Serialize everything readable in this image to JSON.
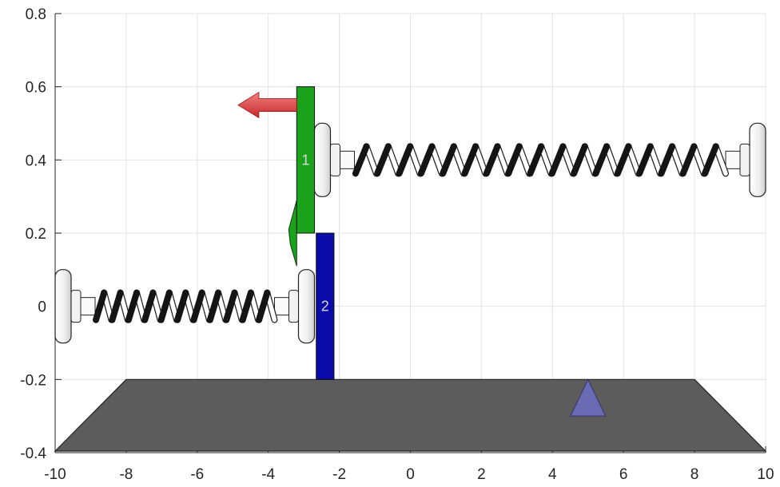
{
  "axes": {
    "xlim": [
      -10,
      10
    ],
    "ylim": [
      -0.4,
      0.8
    ],
    "x_ticks": [
      {
        "value": -10,
        "label": "-10"
      },
      {
        "value": -8,
        "label": "-8"
      },
      {
        "value": -6,
        "label": "-6"
      },
      {
        "value": -4,
        "label": "-4"
      },
      {
        "value": -2,
        "label": "-2"
      },
      {
        "value": 0,
        "label": "0"
      },
      {
        "value": 2,
        "label": "2"
      },
      {
        "value": 4,
        "label": "4"
      },
      {
        "value": 6,
        "label": "6"
      },
      {
        "value": 8,
        "label": "8"
      },
      {
        "value": 10,
        "label": "10"
      }
    ],
    "y_ticks": [
      {
        "value": -0.4,
        "label": "-0.4"
      },
      {
        "value": -0.2,
        "label": "-0.2"
      },
      {
        "value": 0,
        "label": "0"
      },
      {
        "value": 0.2,
        "label": "0.2"
      },
      {
        "value": 0.4,
        "label": "0.4"
      },
      {
        "value": 0.6,
        "label": "0.6"
      },
      {
        "value": 0.8,
        "label": "0.8"
      }
    ],
    "grid": true
  },
  "ground": {
    "top_x": [
      -8,
      8
    ],
    "bottom_x": [
      -10,
      10
    ],
    "y_top": -0.2,
    "y_bottom": -0.4,
    "color": "#5c5c5c"
  },
  "marker": {
    "x": 5,
    "y_base": -0.3,
    "y_tip": -0.2,
    "color": "#6b6bb5"
  },
  "blocks": [
    {
      "label": "1",
      "x0": -3.2,
      "x1": -2.7,
      "y0": 0.2,
      "y1": 0.6,
      "color": "#1aa31a"
    },
    {
      "label": "2",
      "x0": -2.65,
      "x1": -2.15,
      "y0": -0.2,
      "y1": 0.2,
      "color": "#0a0aa8"
    }
  ],
  "springs": [
    {
      "x0": -10,
      "x1": -2.7,
      "y": 0,
      "coils": 11
    },
    {
      "x0": -2.7,
      "x1": 10,
      "y": 0.4,
      "coils": 17
    }
  ],
  "force_arrow": {
    "x_from": -3.2,
    "x_to": -4.85,
    "y": 0.55,
    "color": "#d94040"
  }
}
